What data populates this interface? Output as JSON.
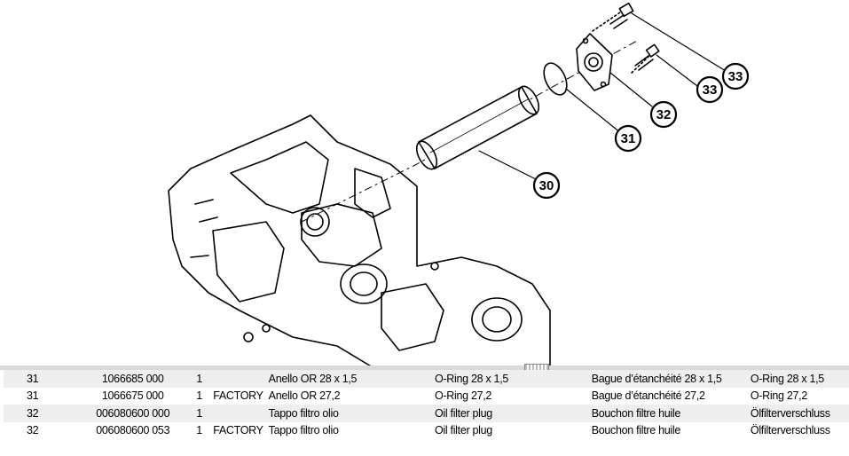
{
  "callouts": [
    {
      "id": "c30",
      "label": "30"
    },
    {
      "id": "c31",
      "label": "31"
    },
    {
      "id": "c32",
      "label": "32"
    },
    {
      "id": "c33a",
      "label": "33"
    },
    {
      "id": "c33b",
      "label": "33"
    }
  ],
  "parts_table": {
    "rows": [
      {
        "ref": "31",
        "code": "1066685 000",
        "qty": "1",
        "note": "",
        "it": "Anello OR 28 x 1,5",
        "en": "O-Ring 28 x 1,5",
        "fr": "Bague d’étanchéité 28 x 1,5",
        "de": "O-Ring 28 x 1,5"
      },
      {
        "ref": "31",
        "code": "1066675 000",
        "qty": "1",
        "note": "FACTORY",
        "it": "Anello OR 27,2",
        "en": "O-Ring 27,2",
        "fr": "Bague d’étanchéité 27,2",
        "de": "O-Ring 27,2"
      },
      {
        "ref": "32",
        "code": "006080600 000",
        "qty": "1",
        "note": "",
        "it": "Tappo filtro olio",
        "en": "Oil filter plug",
        "fr": "Bouchon filtre huile",
        "de": "Ölfilterverschluss"
      },
      {
        "ref": "32",
        "code": "006080600 053",
        "qty": "1",
        "note": "FACTORY",
        "it": "Tappo filtro olio",
        "en": "Oil filter plug",
        "fr": "Bouchon filtre huile",
        "de": "Ölfilterverschluss"
      }
    ]
  }
}
